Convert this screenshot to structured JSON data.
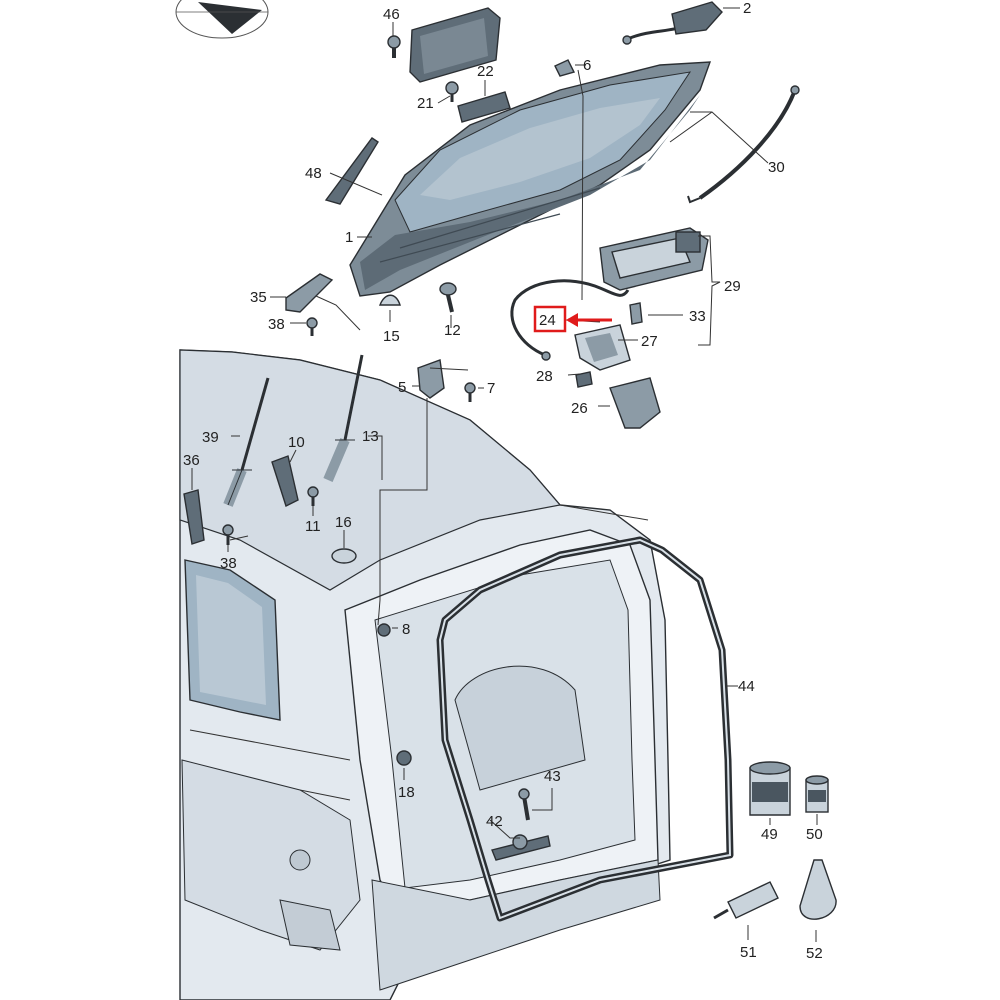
{
  "diagram": {
    "colors": {
      "highlight": "#e01b1b",
      "line": "#333333",
      "body": "#e3e9ef",
      "glass": "#9fb4c4"
    },
    "callouts": {
      "c1": "1",
      "c2": "2",
      "c5": "5",
      "c6": "6",
      "c7": "7",
      "c8": "8",
      "c10": "10",
      "c11": "11",
      "c12": "12",
      "c13": "13",
      "c15": "15",
      "c16": "16",
      "c18": "18",
      "c21": "21",
      "c22": "22",
      "c24": "24",
      "c26": "26",
      "c27": "27",
      "c28": "28",
      "c29": "29",
      "c30": "30",
      "c33": "33",
      "c35": "35",
      "c36": "36",
      "c38a": "38",
      "c38b": "38",
      "c39": "39",
      "c42": "42",
      "c43": "43",
      "c44": "44",
      "c46": "46",
      "c48": "48",
      "c49": "49",
      "c50": "50",
      "c51": "51",
      "c52": "52"
    },
    "highlighted_part": "24",
    "icons": [
      "compass-icon"
    ]
  }
}
